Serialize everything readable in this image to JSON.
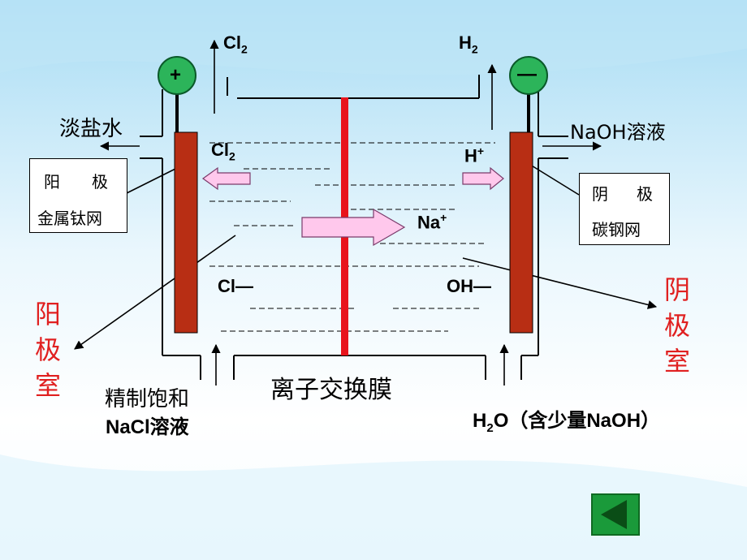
{
  "labels": {
    "cl2_top_main": "Cl",
    "cl2_top_sub": "2",
    "h2_top_main": "H",
    "h2_top_sub": "2",
    "anode_sign": "+",
    "cathode_sign": "—",
    "dilute_brine": "淡盐水",
    "naoh_solution": "NaOH溶液",
    "cl2_inner_main": "Cl",
    "cl2_inner_sub": "2",
    "h_plus_main": "H",
    "h_plus_sup": "+",
    "na_plus_main": "Na",
    "na_plus_sup": "+",
    "cl_minus": "Cl—",
    "oh_minus": "OH—",
    "membrane": "离子交换膜",
    "brine_input_line1": "精制饱和",
    "brine_input_line2": "NaCl溶液",
    "water_input_h": "H",
    "water_input_sub": "2",
    "water_input_rest": "O（含少量NaOH）"
  },
  "anode_box": {
    "line1_a": "阳",
    "line1_b": "极",
    "line2": "金属钛网"
  },
  "cathode_box": {
    "line1_a": "阴",
    "line1_b": "极",
    "line2": "碳钢网"
  },
  "anode_chamber": [
    "阳",
    "极",
    "室"
  ],
  "cathode_chamber": [
    "阴",
    "极",
    "室"
  ],
  "colors": {
    "membrane": "#e8141c",
    "electrode": "#b82e14",
    "electrode_terminal": "#2cb45a",
    "arrow_fill": "#ffc8ec",
    "chamber_label": "#e02020",
    "nav_button": "#1a9a3a"
  },
  "nav": {
    "back_icon": "triangle-left-icon"
  }
}
